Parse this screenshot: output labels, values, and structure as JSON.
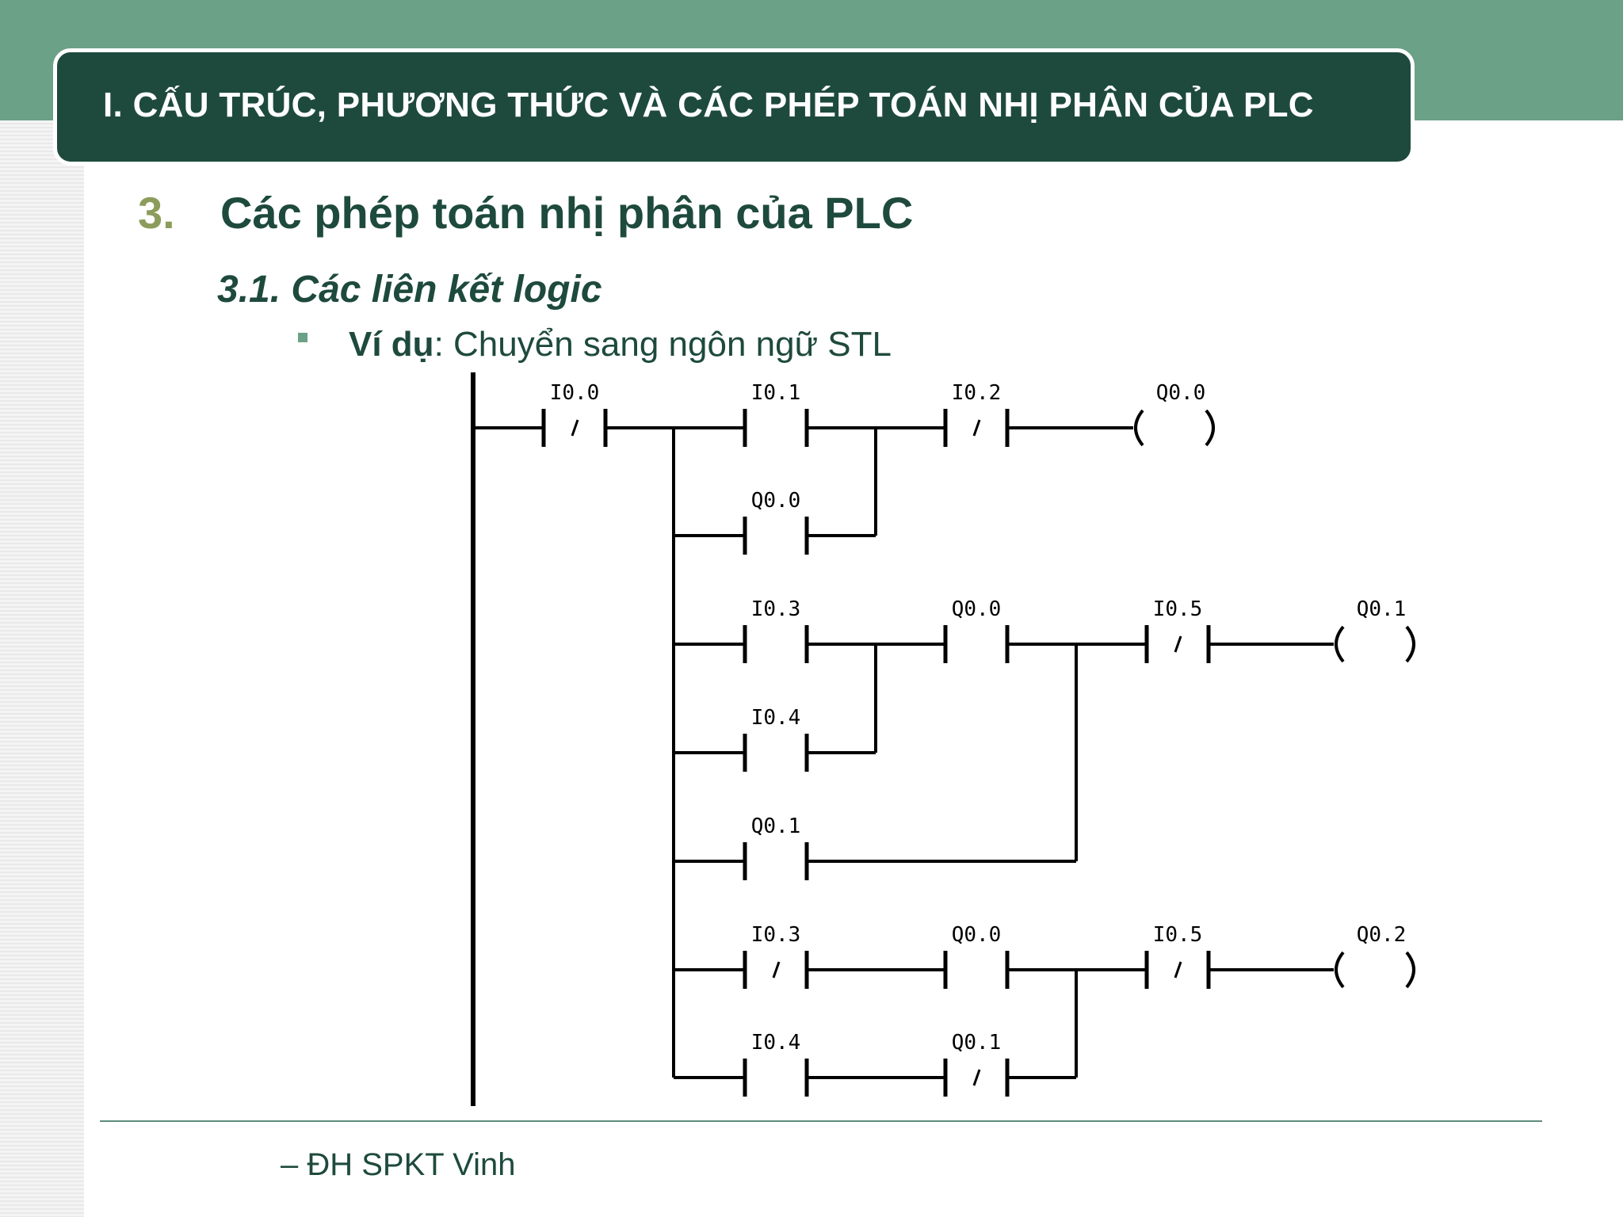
{
  "header": {
    "title": "I. CẤU TRÚC, PHƯƠNG THỨC VÀ CÁC PHÉP TOÁN NHỊ PHÂN CỦA PLC"
  },
  "section": {
    "number": "3.",
    "title": "Các phép toán nhị phân của PLC"
  },
  "subsection": {
    "title": "3.1. Các liên kết logic"
  },
  "bullet": {
    "label": "Ví dụ",
    "text": ": Chuyển sang ngôn ngữ STL"
  },
  "ladder": {
    "contacts": [
      {
        "id": "c1",
        "label": "I0.0",
        "type": "NC"
      },
      {
        "id": "c2",
        "label": "I0.1",
        "type": "NO"
      },
      {
        "id": "c3",
        "label": "I0.2",
        "type": "NC"
      },
      {
        "id": "c4",
        "label": "Q0.0",
        "type": "NO"
      },
      {
        "id": "c5",
        "label": "I0.3",
        "type": "NO"
      },
      {
        "id": "c6",
        "label": "Q0.0",
        "type": "NO"
      },
      {
        "id": "c7",
        "label": "I0.5",
        "type": "NC"
      },
      {
        "id": "c8",
        "label": "I0.4",
        "type": "NO"
      },
      {
        "id": "c9",
        "label": "Q0.1",
        "type": "NO"
      },
      {
        "id": "c10",
        "label": "I0.3",
        "type": "NC"
      },
      {
        "id": "c11",
        "label": "Q0.0",
        "type": "NO"
      },
      {
        "id": "c12",
        "label": "I0.5",
        "type": "NC"
      },
      {
        "id": "c13",
        "label": "I0.4",
        "type": "NO"
      },
      {
        "id": "c14",
        "label": "Q0.1",
        "type": "NC"
      }
    ],
    "coils": [
      {
        "id": "k1",
        "label": "Q0.0"
      },
      {
        "id": "k2",
        "label": "Q0.1"
      },
      {
        "id": "k3",
        "label": "Q0.2"
      }
    ]
  },
  "footer": {
    "text": "– ĐH SPKT Vinh"
  },
  "colors": {
    "band": "#6aa187",
    "title_bar": "#1e4a3d",
    "heading_text": "#1e4a3d",
    "number": "#8c9c5a"
  }
}
